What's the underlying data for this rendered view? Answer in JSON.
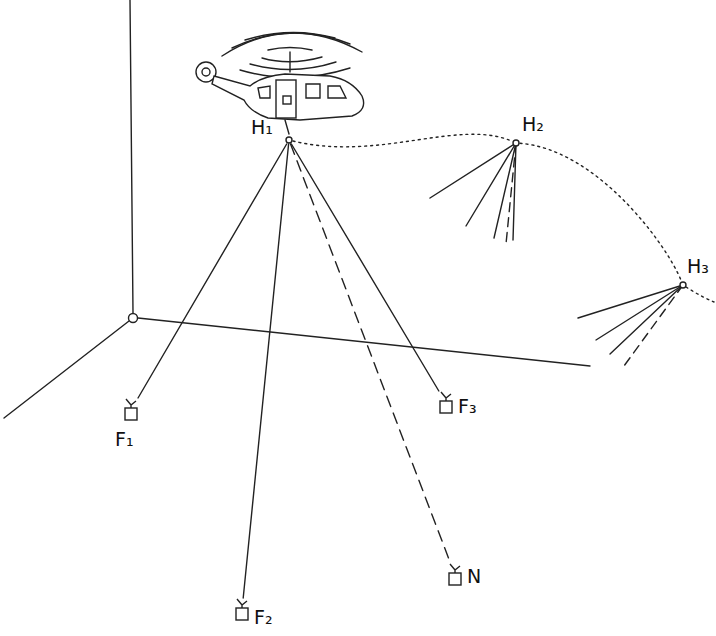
{
  "diagram": {
    "nodes": [
      {
        "text": [
          "H₁"
        ]
      },
      {
        "text": [
          "H₂"
        ]
      },
      {
        "text": [
          "H₃"
        ]
      },
      {
        "text": [
          "F₁"
        ]
      },
      {
        "text": [
          "F₃"
        ]
      },
      {
        "text": [
          "N"
        ]
      },
      {
        "text": [
          "F₂"
        ]
      }
    ],
    "edges": [
      {
        "from": 0,
        "to": 3,
        "arrow": "none"
      },
      {
        "from": 0,
        "to": 6,
        "arrow": "none"
      },
      {
        "from": 0,
        "to": 4,
        "arrow": "none"
      },
      {
        "from": 0,
        "to": 5,
        "arrow": "none"
      },
      {
        "from": 0,
        "to": 1,
        "arrow": "none"
      },
      {
        "from": 1,
        "to": 2,
        "arrow": "none"
      }
    ]
  }
}
